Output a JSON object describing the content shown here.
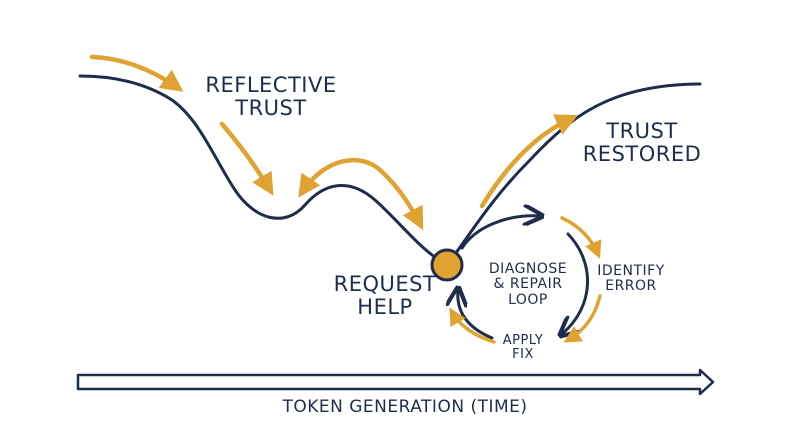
{
  "labels": {
    "reflective_trust": "REFLECTIVE\nTRUST",
    "trust_restored": "TRUST\nRESTORED",
    "request_help": "REQUEST\nHELP",
    "diagnose_repair_loop": "DIAGNOSE\n& REPAIR\nLOOP",
    "identify_error": "IDENTIFY\nERROR",
    "apply_fix": "APPLY\nFIX",
    "axis": "TOKEN GENERATION (TIME)"
  },
  "colors": {
    "ink": "#1f2d4d",
    "accent": "#e0a230",
    "node_fill": "#e0a230"
  }
}
